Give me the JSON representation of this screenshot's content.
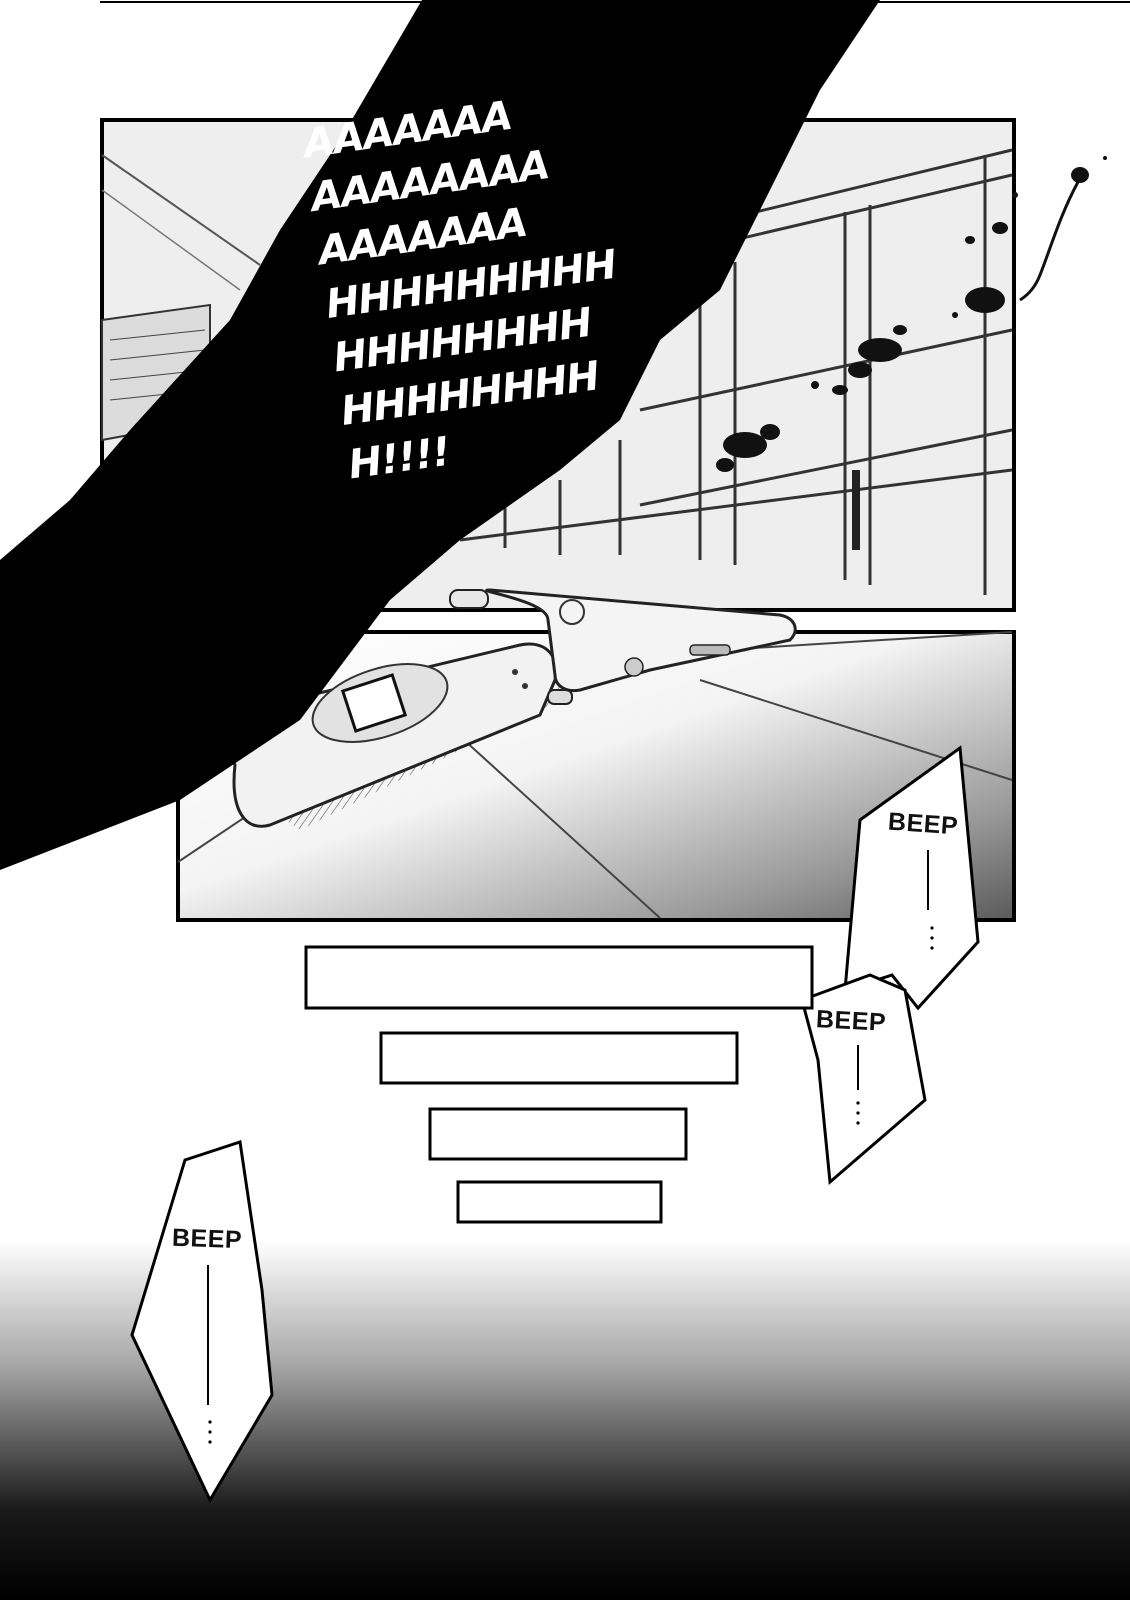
{
  "scream": {
    "lines": [
      "AAAAAAA",
      "AAAAAAAA",
      "AAAAAAA",
      "HHHHHHHHH",
      "HHHHHHHH",
      "HHHHHHHH",
      "H!!!!"
    ]
  },
  "sfx": {
    "beep_1": "BEEP",
    "beep_2": "BEEP",
    "beep_3": "BEEP"
  },
  "colors": {
    "ink": "#000000",
    "paper": "#ffffff",
    "screentone": "#8a8a8a",
    "window_tint": "#eeeeee",
    "blood": "#111111"
  }
}
